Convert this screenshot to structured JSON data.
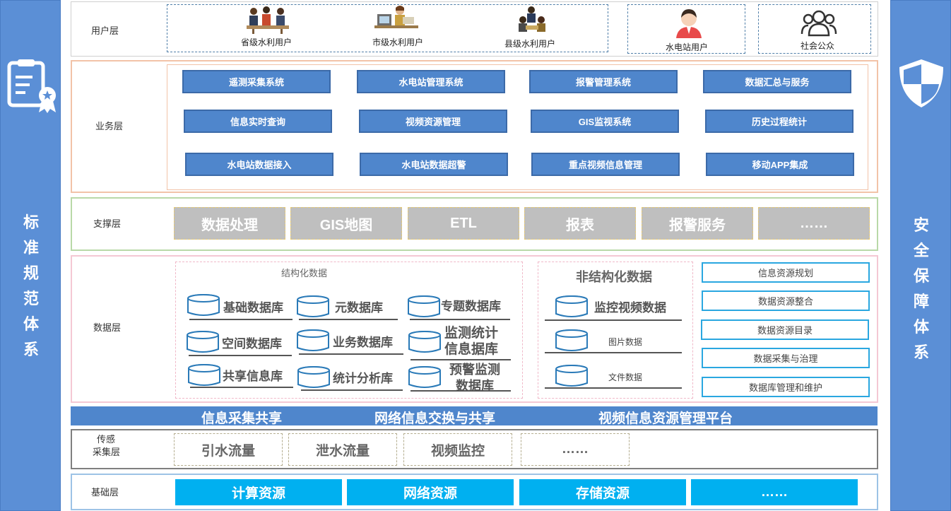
{
  "left_pillar": {
    "text": [
      "标",
      "准",
      "规",
      "范",
      "体",
      "系"
    ],
    "icon": "certificate-icon"
  },
  "right_pillar": {
    "text": [
      "安",
      "全",
      "保",
      "障",
      "体",
      "系"
    ],
    "icon": "shield-icon"
  },
  "user_layer": {
    "label": "用户层",
    "users": [
      {
        "label": "省级水利用户",
        "icon": "people-meeting-icon"
      },
      {
        "label": "市级水利用户",
        "icon": "office-worker-icon"
      },
      {
        "label": "县级水利用户",
        "icon": "group-icon"
      },
      {
        "label": "水电站用户",
        "icon": "person-icon"
      },
      {
        "label": "社会公众",
        "icon": "users-icon"
      }
    ]
  },
  "business_layer": {
    "label": "业务层",
    "services": [
      "遥测采集系统",
      "水电站管理系统",
      "报警管理系统",
      "数据汇总与服务",
      "信息实时查询",
      "视频资源管理",
      "GIS监视系统",
      "历史过程统计",
      "水电站数据接入",
      "水电站数据超警",
      "重点视频信息管理",
      "移动APP集成"
    ]
  },
  "support_layer": {
    "label": "支撑层",
    "items": [
      "数据处理",
      "GIS地图",
      "ETL",
      "报表",
      "报警服务",
      "……"
    ]
  },
  "data_layer": {
    "label": "数据层",
    "structured": {
      "title": "结构化数据",
      "databases": [
        "基础数据库",
        "元数据库",
        "专题数据库",
        "空间数据库",
        "业务数据库",
        "监测统计信息据库",
        "共享信息库",
        "统计分析库",
        "预警监测数据库"
      ]
    },
    "unstructured": {
      "title": "非结构化数据",
      "items": [
        "监控视频数据",
        "图片数据",
        "文件数据"
      ]
    },
    "management": [
      "信息资源规划",
      "数据资源整合",
      "数据资源目录",
      "数据采集与治理",
      "数据库管理和维护"
    ]
  },
  "platform_bar": [
    "信息采集共享",
    "网络信息交换与共享",
    "视频信息资源管理平台"
  ],
  "sensing_layer": {
    "label_line1": "传感",
    "label_line2": "采集层",
    "items": [
      "引水流量",
      "泄水流量",
      "视频监控",
      "……"
    ]
  },
  "base_layer": {
    "label": "基础层",
    "items": [
      "计算资源",
      "网络资源",
      "存储资源",
      "……"
    ]
  },
  "colors": {
    "pillar": "#5b8fd6",
    "service": "#4f86cc",
    "support": "#bfbfbf",
    "base": "#00b0f0",
    "info_border": "#2aa7e0"
  }
}
